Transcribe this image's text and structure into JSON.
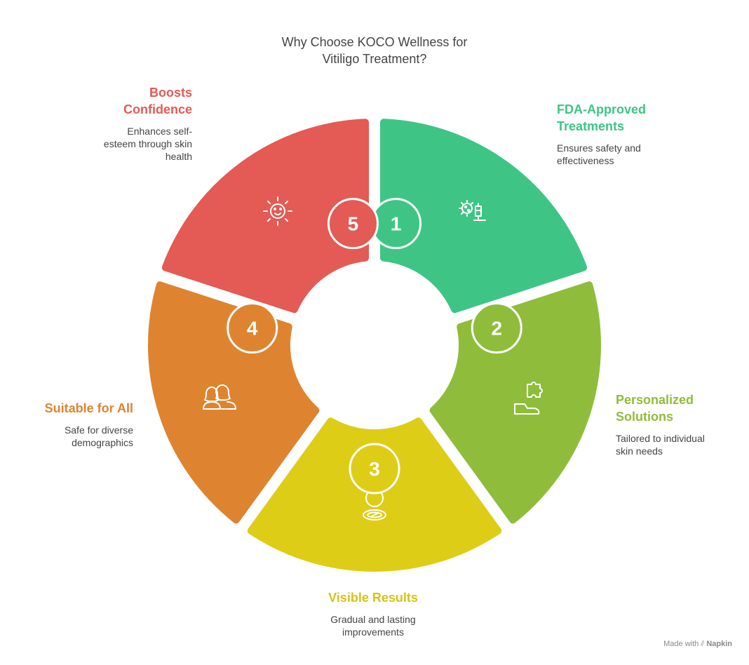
{
  "title": {
    "line1": "Why Choose KOCO Wellness for",
    "line2": "Vitiligo Treatment?"
  },
  "segments": [
    {
      "number": "1",
      "color": "#3ec585",
      "icon": "sun-virus-syringe-icon",
      "heading": [
        "FDA-Approved",
        "Treatments"
      ],
      "description": [
        "Ensures safety and",
        "effectiveness"
      ]
    },
    {
      "number": "2",
      "color": "#8fbd3b",
      "icon": "hand-puzzle-icon",
      "heading": [
        "Personalized",
        "Solutions"
      ],
      "description": [
        "Tailored to individual",
        "skin needs"
      ]
    },
    {
      "number": "3",
      "color": "#decd17",
      "icon": "mirror-icon",
      "heading": [
        "Visible Results"
      ],
      "description": [
        "Gradual and lasting",
        "improvements"
      ]
    },
    {
      "number": "4",
      "color": "#de8430",
      "icon": "two-people-icon",
      "heading": [
        "Suitable for All"
      ],
      "description": [
        "Safe for diverse",
        "demographics"
      ]
    },
    {
      "number": "5",
      "color": "#e45a55",
      "icon": "smiling-sun-icon",
      "heading": [
        "Boosts",
        "Confidence"
      ],
      "description": [
        "Enhances self-",
        "esteem through skin",
        "health"
      ]
    }
  ],
  "footer": {
    "prefix": "Made with",
    "brand": "Napkin"
  }
}
